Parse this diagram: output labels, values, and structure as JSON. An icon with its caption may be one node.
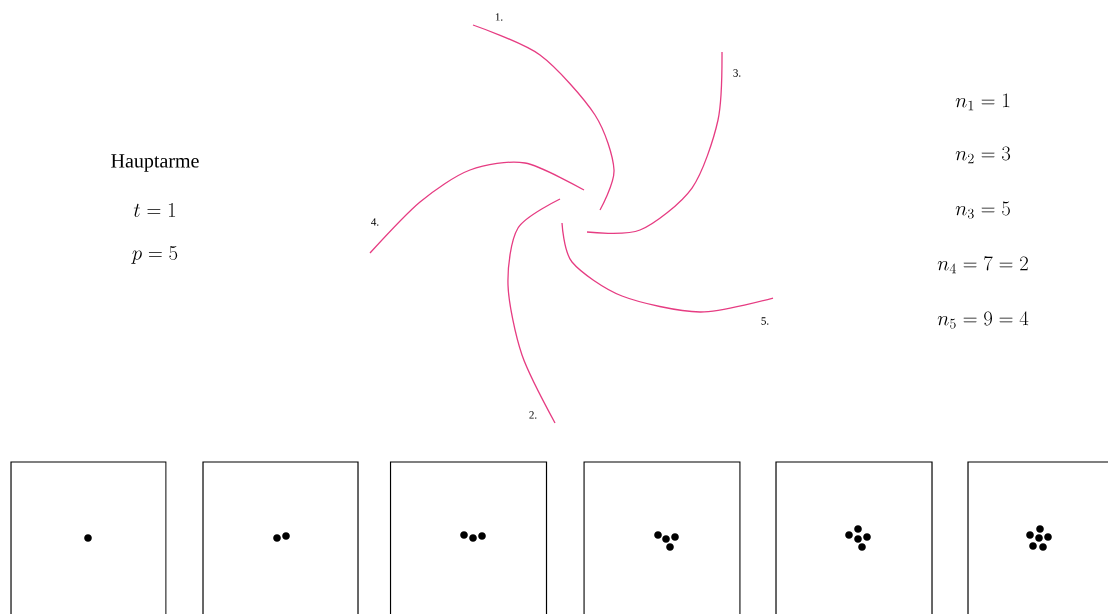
{
  "diagram": {
    "nodes": [
      {
        "text": [],
        "shape": "box"
      },
      {
        "text": [],
        "shape": "box"
      },
      {
        "text": [],
        "shape": "box"
      },
      {
        "text": [],
        "shape": "box"
      },
      {
        "text": [],
        "shape": "box"
      },
      {
        "text": [],
        "shape": "box"
      }
    ],
    "labels": [
      "1.",
      "3.",
      "Hauptarme",
      "t=1",
      "p=5",
      "n_1=1",
      "4.",
      "n_2=3",
      "n_3=5",
      "n_4=7=2",
      "5.",
      "n_5=9=4",
      "2."
    ]
  }
}
